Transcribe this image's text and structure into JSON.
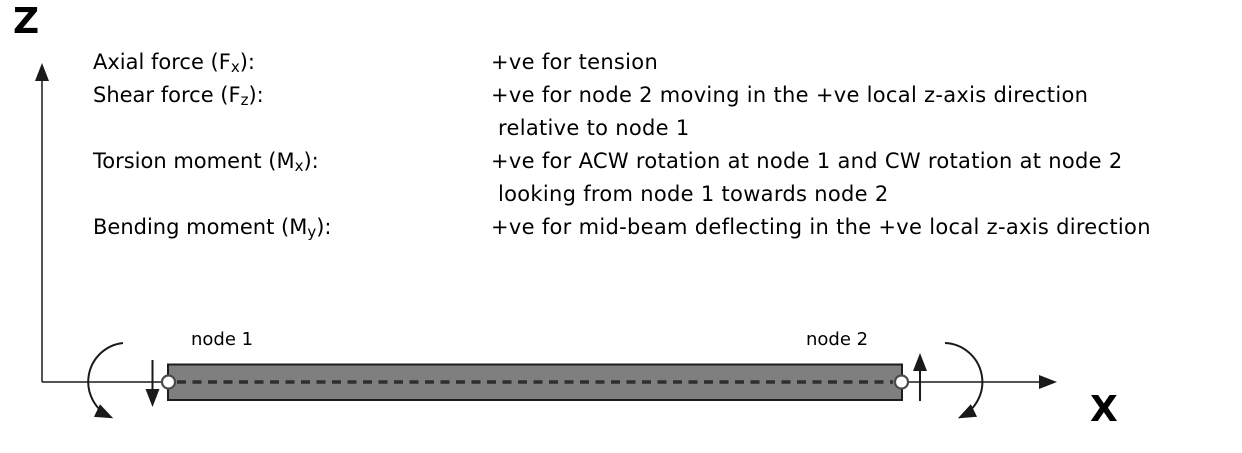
{
  "diagram": {
    "z_axis_label": "Z",
    "x_axis_label": "X",
    "node1_label": "node 1",
    "node2_label": "node 2",
    "colors": {
      "beam_fill": "#7f7f7f",
      "beam_border": "#1c1c1c",
      "axis_line": "#1a1a1a",
      "centerline": "#2e2e2e",
      "node_circle_fill": "#ffffff",
      "node_circle_stroke": "#4a4a4a",
      "arrow": "#1a1a1a"
    }
  },
  "sign_conventions": [
    {
      "label": {
        "pre": "Axial force (F",
        "sub": "x",
        "post": "):"
      },
      "lines": [
        "+ve for tension"
      ]
    },
    {
      "label": {
        "pre": "Shear force (F",
        "sub": "z",
        "post": "):"
      },
      "lines": [
        "+ve for node 2 moving in the +ve local z-axis direction",
        "relative to node 1"
      ]
    },
    {
      "label": {
        "pre": "Torsion moment (M",
        "sub": "x",
        "post": "):"
      },
      "lines": [
        "+ve for ACW rotation at node 1 and CW rotation at node 2",
        "looking from node 1 towards node 2"
      ]
    },
    {
      "label": {
        "pre": "Bending moment (M",
        "sub": "y",
        "post": "):"
      },
      "lines": [
        "+ve for mid-beam deflecting in the +ve local z-axis direction"
      ]
    }
  ]
}
